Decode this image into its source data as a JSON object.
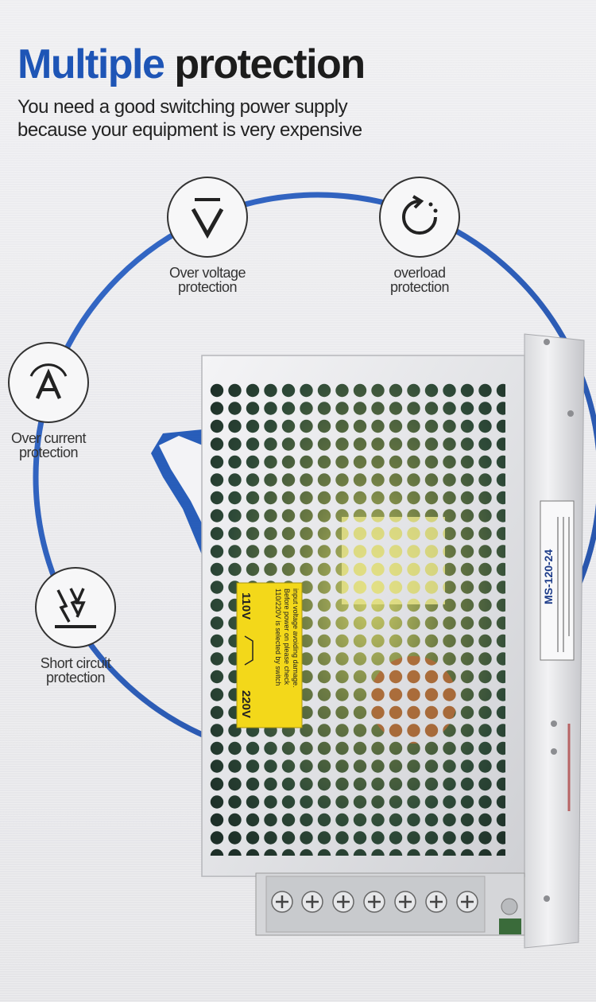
{
  "header": {
    "title_accent": "Multiple",
    "title_rest": "protection",
    "subtitle_line1": "You need a good switching power supply",
    "subtitle_line2": "because your equipment is very expensive"
  },
  "colors": {
    "accent_blue": "#1e55b6",
    "ring_blue": "#2b62c6",
    "text_dark": "#1c1c1c",
    "label_yellow": "#f3d81a"
  },
  "features": [
    {
      "icon": "over-voltage-icon",
      "line1": "Over voltage",
      "line2": "protection"
    },
    {
      "icon": "overload-icon",
      "line1": "overload",
      "line2": "protection"
    },
    {
      "icon": "over-current-icon",
      "line1": "Over current",
      "line2": "protection"
    },
    {
      "icon": "short-circuit-icon",
      "line1": "Short circuit",
      "line2": "protection"
    }
  ],
  "product": {
    "model": "MS-120-24",
    "switch_label": {
      "v110": "110V",
      "v220": "220V",
      "line1": "110/220V  is selected by switch",
      "line2": "Before power on please check",
      "line3": "input voltage avoiding damage."
    }
  }
}
